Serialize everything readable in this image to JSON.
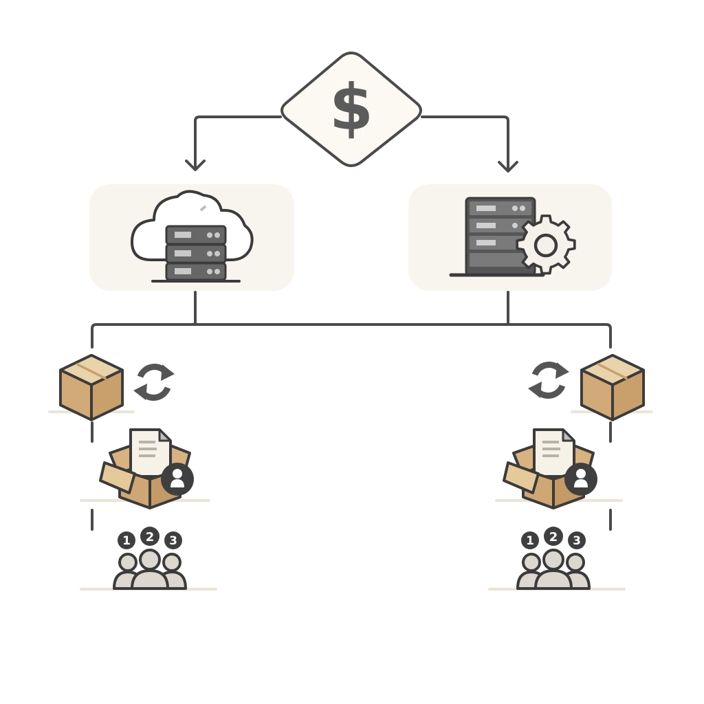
{
  "diagram": {
    "title": "Cost-driven deployment branching diagram",
    "colors": {
      "stroke": "#4a4a4a",
      "icon_dark": "#5b5b5b",
      "panel_bg": "#f7f5ee",
      "diamond_fill": "#fbf9f2",
      "box_light": "#e6c99a",
      "box_mid": "#cfa774",
      "box_top": "#e9d3ab",
      "shelf": "#ece4d8",
      "person_fill": "#dcd8cf",
      "paper": "#f6f2e7"
    },
    "root": {
      "icon": "dollar-sign-icon",
      "symbol": "$",
      "shape": "diamond"
    },
    "branches": [
      {
        "id": "left",
        "panel_icon": "cloud-server-icon",
        "items": [
          {
            "icon": "package-box-icon",
            "secondary_icon": "refresh-cycle-icon"
          },
          {
            "icon": "open-box-document-user-icon"
          },
          {
            "icon": "ranked-users-icon",
            "badges": [
              "1",
              "2",
              "3"
            ]
          }
        ]
      },
      {
        "id": "right",
        "panel_icon": "server-gear-icon",
        "items": [
          {
            "icon": "package-box-icon",
            "secondary_icon": "refresh-cycle-icon"
          },
          {
            "icon": "open-box-document-user-icon"
          },
          {
            "icon": "ranked-users-icon",
            "badges": [
              "1",
              "2",
              "3"
            ]
          }
        ]
      }
    ]
  }
}
